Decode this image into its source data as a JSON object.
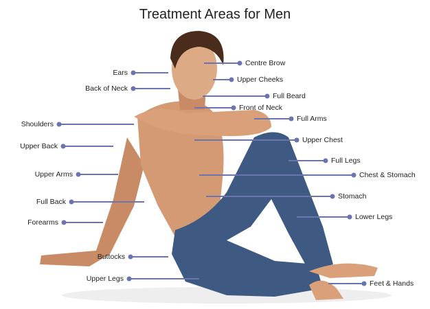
{
  "title": "Treatment Areas for Men",
  "line_color": "#6c74b0",
  "left_labels": [
    "Ears",
    "Back of Neck",
    "Shoulders",
    "Upper Back",
    "Upper Arms",
    "Full Back",
    "Forearms",
    "Buttocks",
    "Upper Legs"
  ],
  "right_labels": [
    "Centre Brow",
    "Upper Cheeks",
    "Full Beard",
    "Front of Neck",
    "Full Arms",
    "Upper Chest",
    "Full Legs",
    "Chest & Stomach",
    "Stomach",
    "Lower Legs",
    "Feet & Hands"
  ]
}
